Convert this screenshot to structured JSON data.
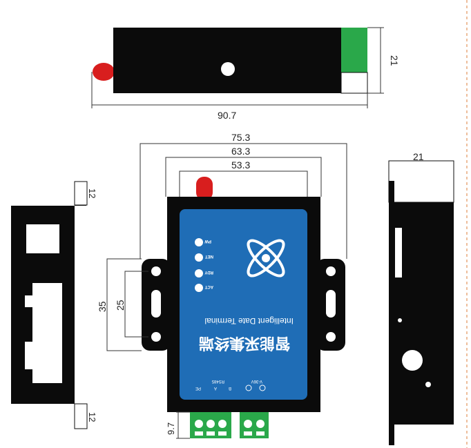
{
  "dimensions": {
    "top_length": "90.7",
    "top_height": "21",
    "width_outer": "75.3",
    "width_mid": "63.3",
    "width_inner": "53.3",
    "right_width": "21",
    "bracket_tab_top": "12",
    "bracket_tab_bottom": "12",
    "hole_span_outer": "35",
    "hole_span_inner": "25",
    "terminal_height": "9.7"
  },
  "device": {
    "title": "智能采集终端",
    "subtitle": "Intelligent Date Terminal",
    "leds": [
      "PW",
      "NET",
      "RDY",
      "ACT"
    ],
    "ports": [
      "PE",
      "A",
      "B",
      "RS485",
      "V-36V"
    ]
  },
  "colors": {
    "body": "#0b0b0b",
    "panel": "#1f6db6",
    "terminal": "#2aa84a",
    "antenna": "#d81e1e",
    "guide": "#e8a87c"
  }
}
